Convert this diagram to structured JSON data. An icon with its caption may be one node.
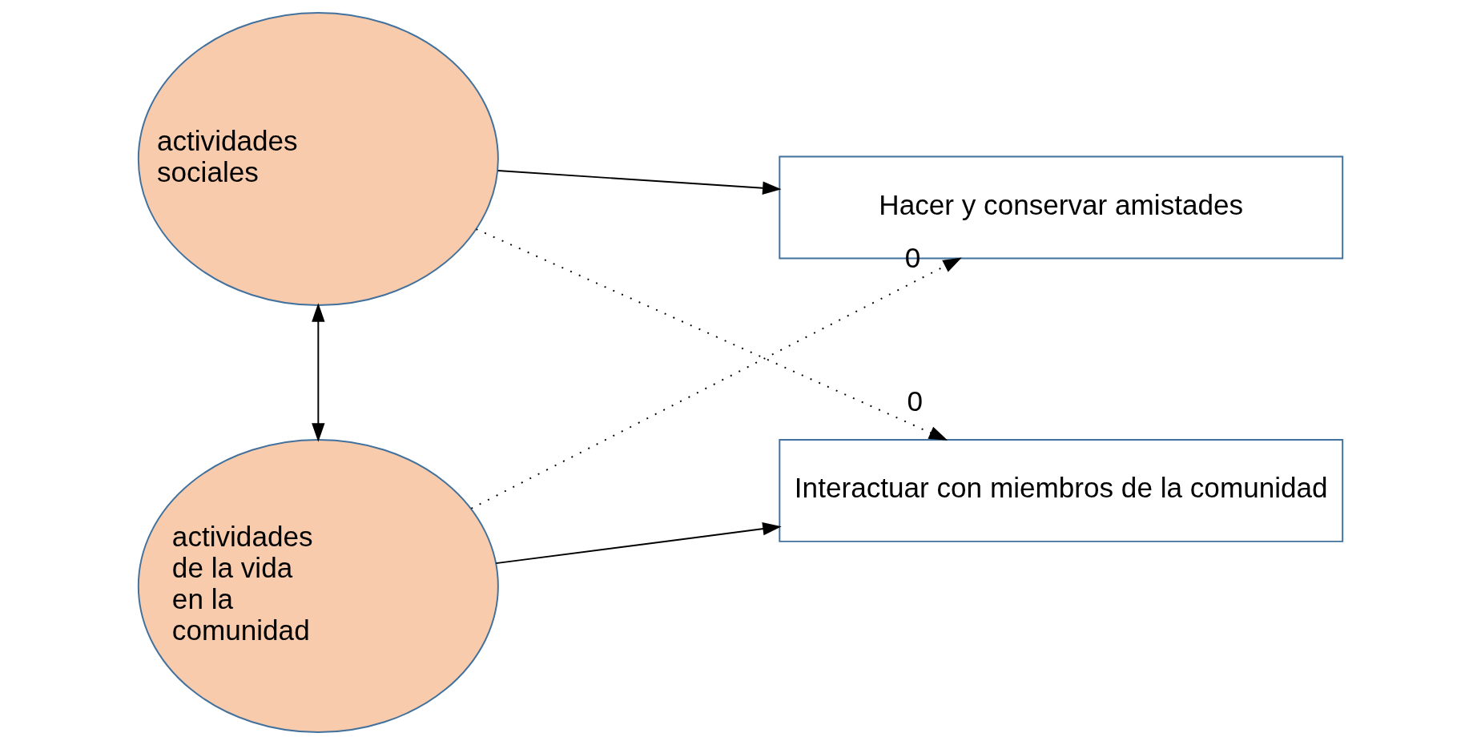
{
  "diagram": {
    "nodes": [
      {
        "text": [
          "actividades sociales"
        ]
      },
      {
        "text": [
          "actividades de la vida en la comunidad"
        ]
      },
      {
        "text": [
          "Hacer y conservar amistades"
        ]
      },
      {
        "text": [
          "Interactuar con miembros de la comunidad"
        ]
      }
    ],
    "edges": [
      {
        "from": 0,
        "to": 1,
        "arrow": "both"
      },
      {
        "from": 0,
        "to": 2,
        "arrow": "to"
      },
      {
        "from": 0,
        "to": 3,
        "arrow": "to",
        "style": "dashed",
        "label": "0"
      },
      {
        "from": 1,
        "to": 2,
        "arrow": "to",
        "style": "dashed",
        "label": "0"
      },
      {
        "from": 1,
        "to": 3,
        "arrow": "to"
      }
    ]
  }
}
